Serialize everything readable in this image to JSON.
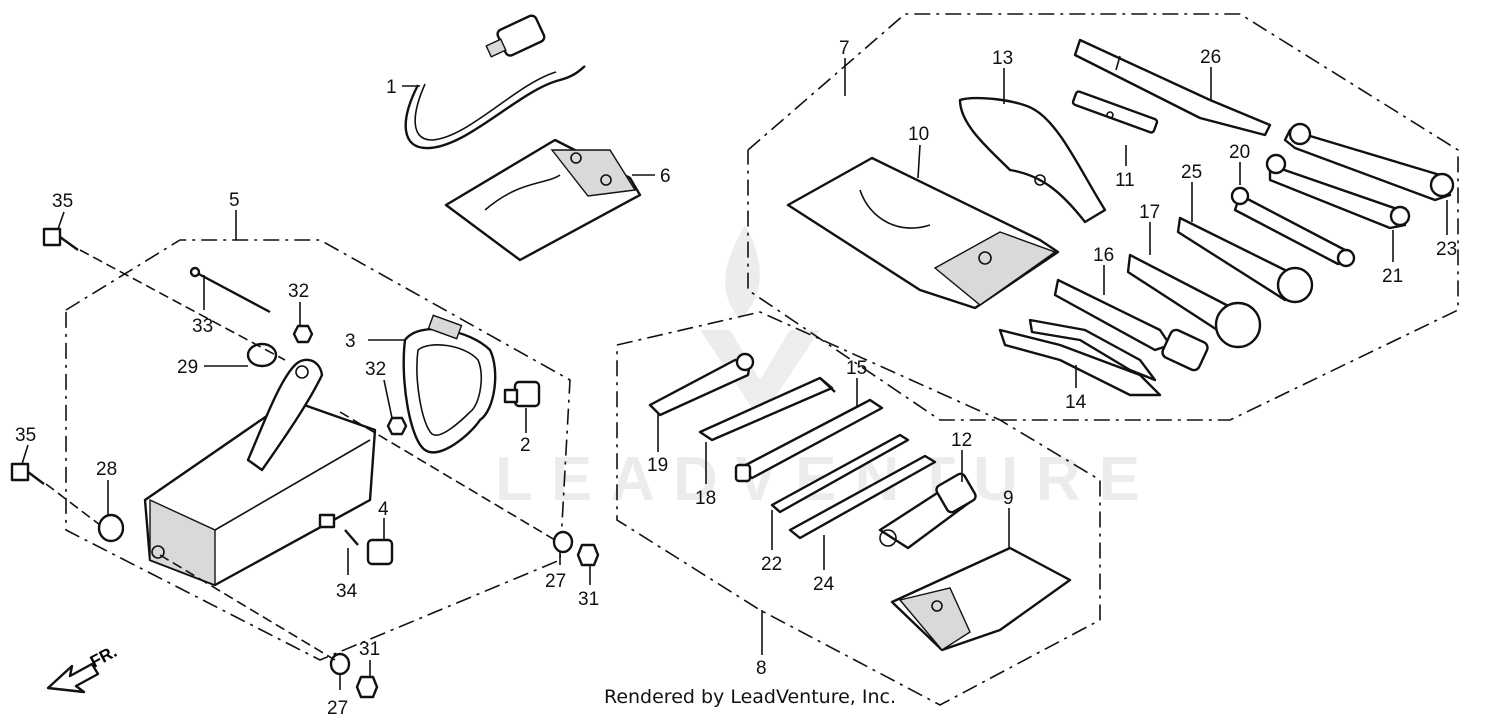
{
  "watermark": {
    "text": "LEADVENTURE"
  },
  "footer": {
    "credit": "Rendered by LeadVenture, Inc."
  },
  "orientation": {
    "label": "FR."
  },
  "callouts": [
    {
      "id": "1",
      "label": "1"
    },
    {
      "id": "2",
      "label": "2"
    },
    {
      "id": "3",
      "label": "3"
    },
    {
      "id": "4",
      "label": "4"
    },
    {
      "id": "5",
      "label": "5"
    },
    {
      "id": "6",
      "label": "6"
    },
    {
      "id": "7",
      "label": "7"
    },
    {
      "id": "8",
      "label": "8"
    },
    {
      "id": "9",
      "label": "9"
    },
    {
      "id": "10",
      "label": "10"
    },
    {
      "id": "11",
      "label": "11"
    },
    {
      "id": "12",
      "label": "12"
    },
    {
      "id": "13",
      "label": "13"
    },
    {
      "id": "14",
      "label": "14"
    },
    {
      "id": "15",
      "label": "15"
    },
    {
      "id": "16",
      "label": "16"
    },
    {
      "id": "17",
      "label": "17"
    },
    {
      "id": "18",
      "label": "18"
    },
    {
      "id": "19",
      "label": "19"
    },
    {
      "id": "20",
      "label": "20"
    },
    {
      "id": "21",
      "label": "21"
    },
    {
      "id": "22",
      "label": "22"
    },
    {
      "id": "23",
      "label": "23"
    },
    {
      "id": "24",
      "label": "24"
    },
    {
      "id": "25",
      "label": "25"
    },
    {
      "id": "26",
      "label": "26"
    },
    {
      "id": "27a",
      "label": "27"
    },
    {
      "id": "27b",
      "label": "27"
    },
    {
      "id": "28",
      "label": "28"
    },
    {
      "id": "29",
      "label": "29"
    },
    {
      "id": "31a",
      "label": "31"
    },
    {
      "id": "31b",
      "label": "31"
    },
    {
      "id": "32a",
      "label": "32"
    },
    {
      "id": "32b",
      "label": "32"
    },
    {
      "id": "33",
      "label": "33"
    },
    {
      "id": "34",
      "label": "34"
    },
    {
      "id": "35a",
      "label": "35"
    },
    {
      "id": "35b",
      "label": "35"
    }
  ]
}
